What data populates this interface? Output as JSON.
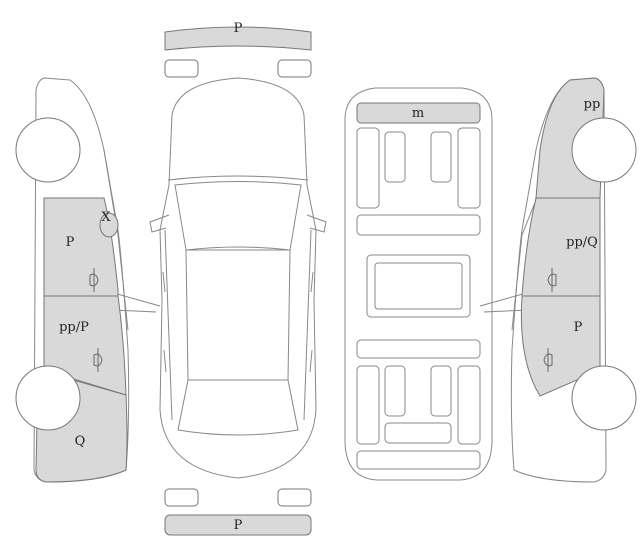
{
  "colors": {
    "panel_fill": "#d9d9d9",
    "outline": "#777777",
    "label": "#222222"
  },
  "labels": {
    "front_bumper": "P",
    "rear_bumper": "P",
    "roof_front": "m",
    "left_front_door": "P",
    "left_mirror": "X",
    "left_rear_door": "pp/P",
    "left_rear_quarter": "Q",
    "right_rear_quarter": "pp",
    "right_rear_door": "pp/Q",
    "right_front_door": "P"
  }
}
